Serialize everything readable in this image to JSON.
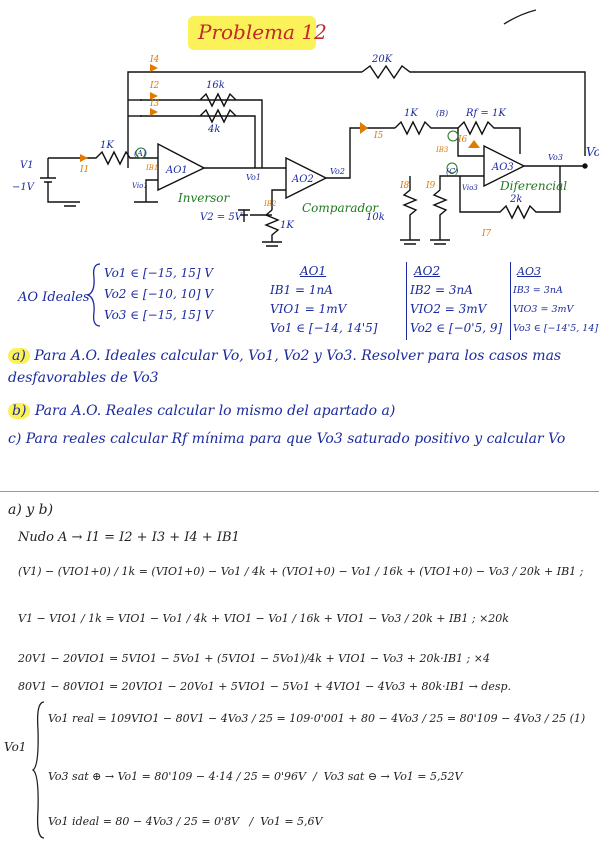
{
  "header": {
    "title": "Problema 12"
  },
  "circuit": {
    "resistors": {
      "r16k": "16k",
      "r4k": "4k",
      "r1k_in": "1K",
      "r20k": "20K",
      "r1k_b": "1K",
      "rf": "Rf = 1K",
      "r1k_bias": "1K",
      "r10k": "10k",
      "r2k": "2k"
    },
    "opamps": {
      "ao1": "AO1",
      "ao2": "AO2",
      "ao3": "AO3"
    },
    "labels": {
      "inversor": "Inversor",
      "comparador": "Comparador",
      "diferencial": "Diferencial",
      "v1": "V1",
      "v1_value": "−1V",
      "v2": "V2 = 5V",
      "vo": "Vo",
      "vo1": "Vo1",
      "vo2": "Vo2",
      "vo3": "Vo3",
      "node_a": "(A)",
      "node_b": "(B)",
      "node_c": "(C)",
      "vio1": "Vio1",
      "vio3": "Vio3",
      "i1": "I1",
      "i2": "I2",
      "i3": "I3",
      "i4": "I4",
      "i5": "I5",
      "i6": "I6",
      "i7": "I7",
      "i8": "I8",
      "i9": "I9",
      "ib1": "IB1",
      "ib3": "IB3",
      "ib2": "IB2"
    }
  },
  "specs": {
    "heading": "AO Ideales",
    "ranges": [
      "Vo1 ∈ [−15, 15] V",
      "Vo2 ∈ [−10, 10] V",
      "Vo3 ∈ [−15, 15] V"
    ],
    "ao1": {
      "title": "AO1",
      "lines": [
        "IB1 = 1nA",
        "VIO1 = 1mV",
        "Vo1 ∈ [−14, 14'5]"
      ]
    },
    "ao2": {
      "title": "AO2",
      "lines": [
        "IB2 = 3nA",
        "VIO2 = 3mV",
        "Vo2 ∈ [−0'5, 9]"
      ]
    },
    "ao3": {
      "title": "AO3",
      "lines": [
        "IB3 = 3nA",
        "VIO3 = 3mV",
        "Vo3 ∈ [−14'5, 14]V"
      ]
    }
  },
  "questions": [
    {
      "marker": "a)",
      "text": "Para A.O. Ideales calcular Vo, Vo1, Vo2 y Vo3. Resolver para los casos mas desfavorables de Vo3"
    },
    {
      "marker": "b)",
      "text": "Para A.O. Reales calcular lo mismo del apartado a)"
    },
    {
      "marker": "c)",
      "text": "Para reales calcular Rf mínima para que Vo3 saturado positivo y calcular Vo"
    }
  ],
  "solution": {
    "heading": "a) y b)",
    "node_line": "Nudo A → I1 = I2 + I3 + I4 + IB1",
    "eq1": "(V1) − (VIO1+0) / 1k = (VIO1+0) − Vo1 / 4k + (VIO1+0) − Vo1 / 16k + (VIO1+0) − Vo3 / 20k + IB1 ;",
    "eq2": "V1 − VIO1 / 1k = VIO1 − Vo1 / 4k + VIO1 − Vo1 / 16k + VIO1 − Vo3 / 20k + IB1 ;   ×20k",
    "eq3": "20V1 − 20VIO1 = 5VIO1 − 5Vo1 + (5VIO1 − 5Vo1)/4k + VIO1 − Vo3 + 20k·IB1 ;   ×4",
    "eq4": "80V1 − 80VIO1 = 20VIO1 − 20Vo1 + 5VIO1 − 5Vo1 + 4VIO1 − 4Vo3 + 80k·IB1 → desp.",
    "vo1_label": "Vo1",
    "real_lhs": "Vo1 real =",
    "real_frac1": "109VIO1 − 80V1 − 4Vo3 / 25",
    "real_frac2": "109·0'001 + 80 − 4Vo3 / 25",
    "real_frac3": "80'109 − 4Vo3 / 25",
    "real_tag": "(1)",
    "sat_pos": "Vo3 sat ⊕ → Vo1 = 80'109 − 4·14 / 25 = 0'96V",
    "sat_neg": "Vo3 sat ⊖ → Vo1 = 5,52V",
    "ideal_lhs": "Vo1 ideal =",
    "ideal_frac": "80 − 4Vo3 / 25 = 0'8V",
    "ideal_alt": "Vo1 = 5,6V"
  }
}
